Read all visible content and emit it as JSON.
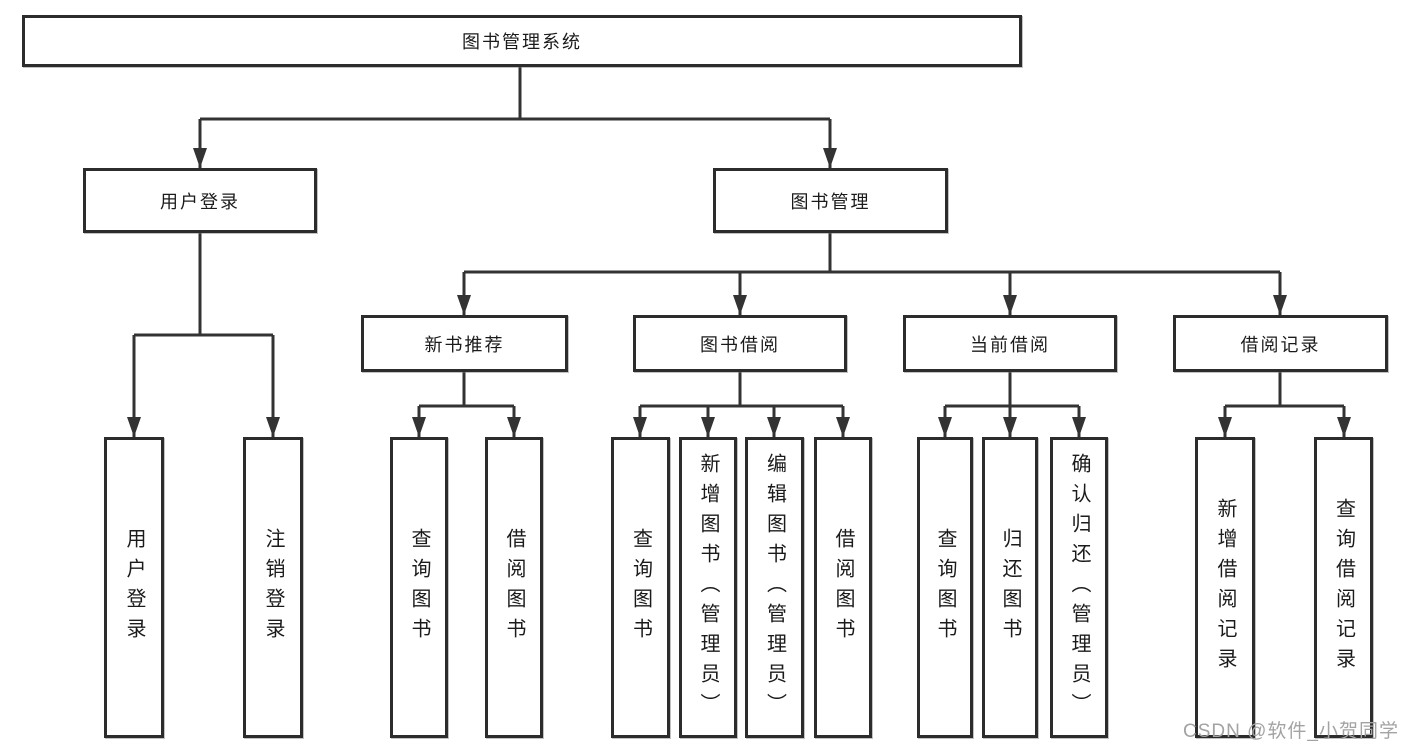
{
  "title": "图书管理系统",
  "watermark": {
    "text": "CSDN @软件_小贺同学"
  },
  "colors": {
    "box_border": "#2c2c2c",
    "connector_line": "#333333",
    "text": "#1b1b1b",
    "watermark": "#a3a3a3",
    "background": "#ffffff"
  },
  "tree": {
    "root": {
      "label": "图书管理系统"
    },
    "branches": [
      {
        "label": "用户登录",
        "children": [
          {
            "label": "用户登录"
          },
          {
            "label": "注销登录"
          }
        ]
      },
      {
        "label": "图书管理",
        "children": [
          {
            "label": "新书推荐",
            "children": [
              {
                "label": "查询图书"
              },
              {
                "label": "借阅图书"
              }
            ]
          },
          {
            "label": "图书借阅",
            "children": [
              {
                "label": "查询图书"
              },
              {
                "label": "新增图书（管理员）"
              },
              {
                "label": "编辑图书（管理员）"
              },
              {
                "label": "借阅图书"
              }
            ]
          },
          {
            "label": "当前借阅",
            "children": [
              {
                "label": "查询图书"
              },
              {
                "label": "归还图书"
              },
              {
                "label": "确认归还（管理员）"
              }
            ]
          },
          {
            "label": "借阅记录",
            "children": [
              {
                "label": "新增借阅记录"
              },
              {
                "label": "查询借阅记录"
              }
            ]
          }
        ]
      }
    ]
  }
}
